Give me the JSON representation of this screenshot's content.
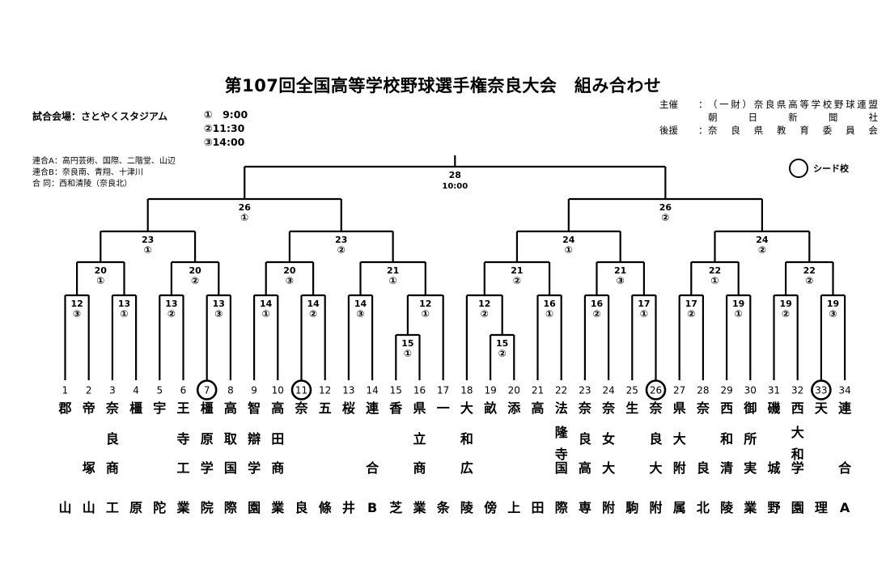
{
  "title": "第107回全国高等学校野球選手権奈良大会　組み合わせ",
  "venue": "試合会場：さとやくスタジアム",
  "times": [
    "①　9:00",
    "②11:30",
    "③14:00"
  ],
  "host": [
    {
      "label": "主催",
      "value": "（一財）奈良県高等学校野球連盟"
    },
    {
      "label": "",
      "value": "朝日新聞社"
    },
    {
      "label": "後援",
      "value": "奈良県教育委員会"
    }
  ],
  "notes": [
    "連合A：高円芸術、国際、二階堂、山辺",
    "連合B：奈良南、青翔、十津川",
    "合 同：西和清陵（奈良北）"
  ],
  "legend": "シード校",
  "teams": [
    {
      "n": "1",
      "name": [
        "郡",
        "",
        "",
        "山"
      ],
      "seed": false
    },
    {
      "n": "2",
      "name": [
        "帝",
        "",
        "塚",
        "山"
      ],
      "seed": false
    },
    {
      "n": "3",
      "name": [
        "奈",
        "良",
        "商",
        "工"
      ],
      "seed": false
    },
    {
      "n": "4",
      "name": [
        "橿",
        "",
        "",
        "原"
      ],
      "seed": false
    },
    {
      "n": "5",
      "name": [
        "宇",
        "",
        "",
        "陀"
      ],
      "seed": false
    },
    {
      "n": "6",
      "name": [
        "王",
        "寺",
        "工",
        "業"
      ],
      "seed": false
    },
    {
      "n": "7",
      "name": [
        "橿",
        "原",
        "学",
        "院"
      ],
      "seed": true
    },
    {
      "n": "8",
      "name": [
        "高",
        "取",
        "国",
        "際"
      ],
      "seed": false
    },
    {
      "n": "9",
      "name": [
        "智",
        "辯",
        "学",
        "園"
      ],
      "seed": false
    },
    {
      "n": "10",
      "name": [
        "高",
        "田",
        "商",
        "業"
      ],
      "seed": false
    },
    {
      "n": "11",
      "name": [
        "奈",
        "",
        "",
        "良"
      ],
      "seed": true
    },
    {
      "n": "12",
      "name": [
        "五",
        "",
        "",
        "條"
      ],
      "seed": false
    },
    {
      "n": "13",
      "name": [
        "桜",
        "",
        "",
        "井"
      ],
      "seed": false
    },
    {
      "n": "14",
      "name": [
        "連",
        "",
        "合",
        "B"
      ],
      "seed": false
    },
    {
      "n": "15",
      "name": [
        "香",
        "",
        "",
        "芝"
      ],
      "seed": false
    },
    {
      "n": "16",
      "name": [
        "県",
        "立",
        "商",
        "業"
      ],
      "seed": false
    },
    {
      "n": "17",
      "name": [
        "一",
        "",
        "",
        "条"
      ],
      "seed": false
    },
    {
      "n": "18",
      "name": [
        "大",
        "和",
        "広",
        "陵"
      ],
      "seed": false
    },
    {
      "n": "19",
      "name": [
        "畝",
        "",
        "",
        "傍"
      ],
      "seed": false
    },
    {
      "n": "20",
      "name": [
        "添",
        "",
        "",
        "上"
      ],
      "seed": false
    },
    {
      "n": "21",
      "name": [
        "高",
        "",
        "",
        "田"
      ],
      "seed": false
    },
    {
      "n": "22",
      "name": [
        "法",
        "隆寺",
        "国",
        "際"
      ],
      "seed": false
    },
    {
      "n": "23",
      "name": [
        "奈",
        "良",
        "高",
        "専"
      ],
      "seed": false
    },
    {
      "n": "24",
      "name": [
        "奈",
        "女",
        "大",
        "附"
      ],
      "seed": false
    },
    {
      "n": "25",
      "name": [
        "生",
        "",
        "",
        "駒"
      ],
      "seed": false
    },
    {
      "n": "26",
      "name": [
        "奈",
        "良",
        "大",
        "附"
      ],
      "seed": true
    },
    {
      "n": "27",
      "name": [
        "県",
        "大",
        "附",
        "属"
      ],
      "seed": false
    },
    {
      "n": "28",
      "name": [
        "奈",
        "",
        "良",
        "北"
      ],
      "seed": false
    },
    {
      "n": "29",
      "name": [
        "西",
        "和",
        "清",
        "陵"
      ],
      "seed": false
    },
    {
      "n": "30",
      "name": [
        "御",
        "所",
        "実",
        "業"
      ],
      "seed": false
    },
    {
      "n": "31",
      "name": [
        "磯",
        "",
        "城",
        "野"
      ],
      "seed": false
    },
    {
      "n": "32",
      "name": [
        "西",
        "大和",
        "学",
        "園"
      ],
      "seed": false
    },
    {
      "n": "33",
      "name": [
        "天",
        "",
        "",
        "理"
      ],
      "seed": true
    },
    {
      "n": "34",
      "name": [
        "連",
        "",
        "合",
        "A"
      ],
      "seed": false
    }
  ],
  "matches": [
    {
      "day": "12",
      "slot": "③"
    },
    {
      "day": "13",
      "slot": "①"
    },
    {
      "day": "13",
      "slot": "②"
    },
    {
      "day": "13",
      "slot": "③"
    },
    {
      "day": "14",
      "slot": "①"
    },
    {
      "day": "14",
      "slot": "②"
    },
    {
      "day": "14",
      "slot": "③"
    },
    {
      "day": "15",
      "slot": "①"
    },
    {
      "day": "12",
      "slot": "①"
    },
    {
      "day": "15",
      "slot": "②"
    },
    {
      "day": "12",
      "slot": "②"
    },
    {
      "day": "16",
      "slot": "①"
    },
    {
      "day": "16",
      "slot": "②"
    },
    {
      "day": "17",
      "slot": "①"
    },
    {
      "day": "17",
      "slot": "②"
    },
    {
      "day": "19",
      "slot": "①"
    },
    {
      "day": "19",
      "slot": "②"
    },
    {
      "day": "19",
      "slot": "③"
    },
    {
      "day": "20",
      "slot": "①"
    },
    {
      "day": "20",
      "slot": "②"
    },
    {
      "day": "20",
      "slot": "③"
    },
    {
      "day": "21",
      "slot": "①"
    },
    {
      "day": "21",
      "slot": "②"
    },
    {
      "day": "21",
      "slot": "③"
    },
    {
      "day": "22",
      "slot": "①"
    },
    {
      "day": "22",
      "slot": "②"
    },
    {
      "day": "23",
      "slot": "①"
    },
    {
      "day": "23",
      "slot": "②"
    },
    {
      "day": "24",
      "slot": "①"
    },
    {
      "day": "24",
      "slot": "②"
    },
    {
      "day": "26",
      "slot": "①"
    },
    {
      "day": "26",
      "slot": "②"
    },
    {
      "day": "28",
      "slot": "10:00"
    }
  ]
}
